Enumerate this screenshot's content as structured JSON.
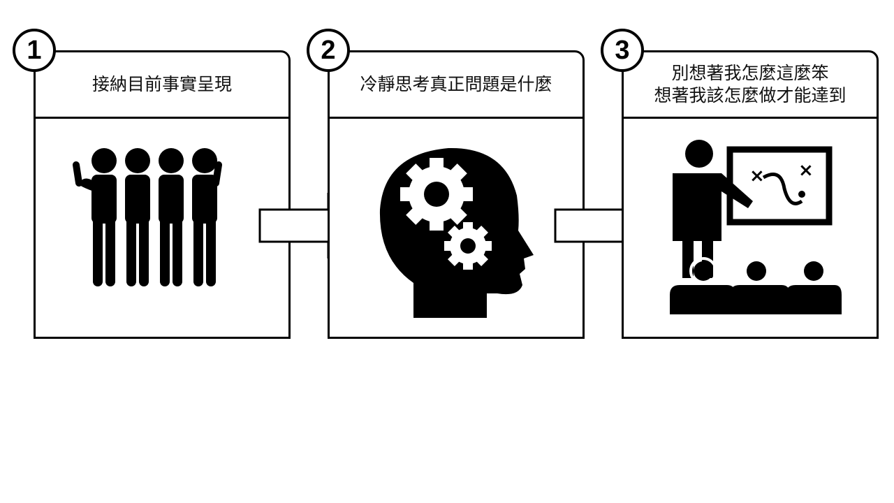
{
  "steps": [
    {
      "number": "1",
      "lines": [
        "接納目前事實呈現"
      ],
      "icon": "group-of-people-icon"
    },
    {
      "number": "2",
      "lines": [
        "冷靜思考真正問題是什麼"
      ],
      "icon": "head-with-gears-icon"
    },
    {
      "number": "3",
      "lines": [
        "別想著我怎麼這麼笨",
        "想著我該怎麼做才能達到"
      ],
      "icon": "teacher-presentation-icon"
    }
  ]
}
